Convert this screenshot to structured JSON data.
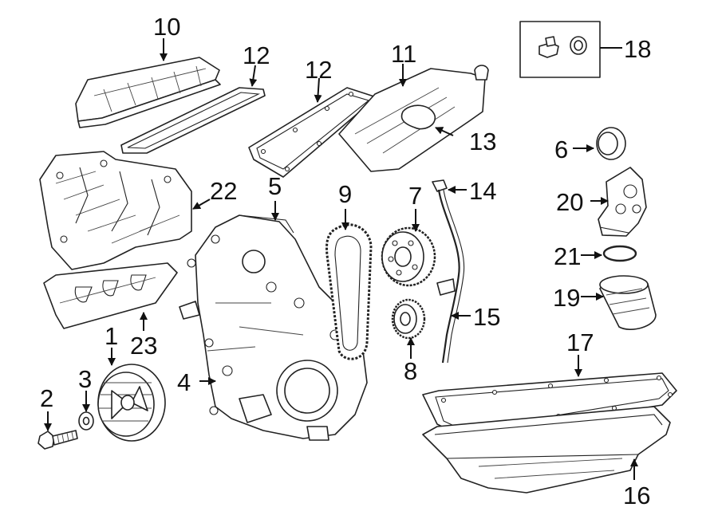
{
  "diagram": {
    "callouts": {
      "c1": "1",
      "c2": "2",
      "c3": "3",
      "c4": "4",
      "c5": "5",
      "c6": "6",
      "c7": "7",
      "c8": "8",
      "c9": "9",
      "c10": "10",
      "c11": "11",
      "c12a": "12",
      "c12b": "12",
      "c13": "13",
      "c14": "14",
      "c15": "15",
      "c16": "16",
      "c17": "17",
      "c18": "18",
      "c19": "19",
      "c20": "20",
      "c21": "21",
      "c22": "22",
      "c23": "23"
    }
  }
}
